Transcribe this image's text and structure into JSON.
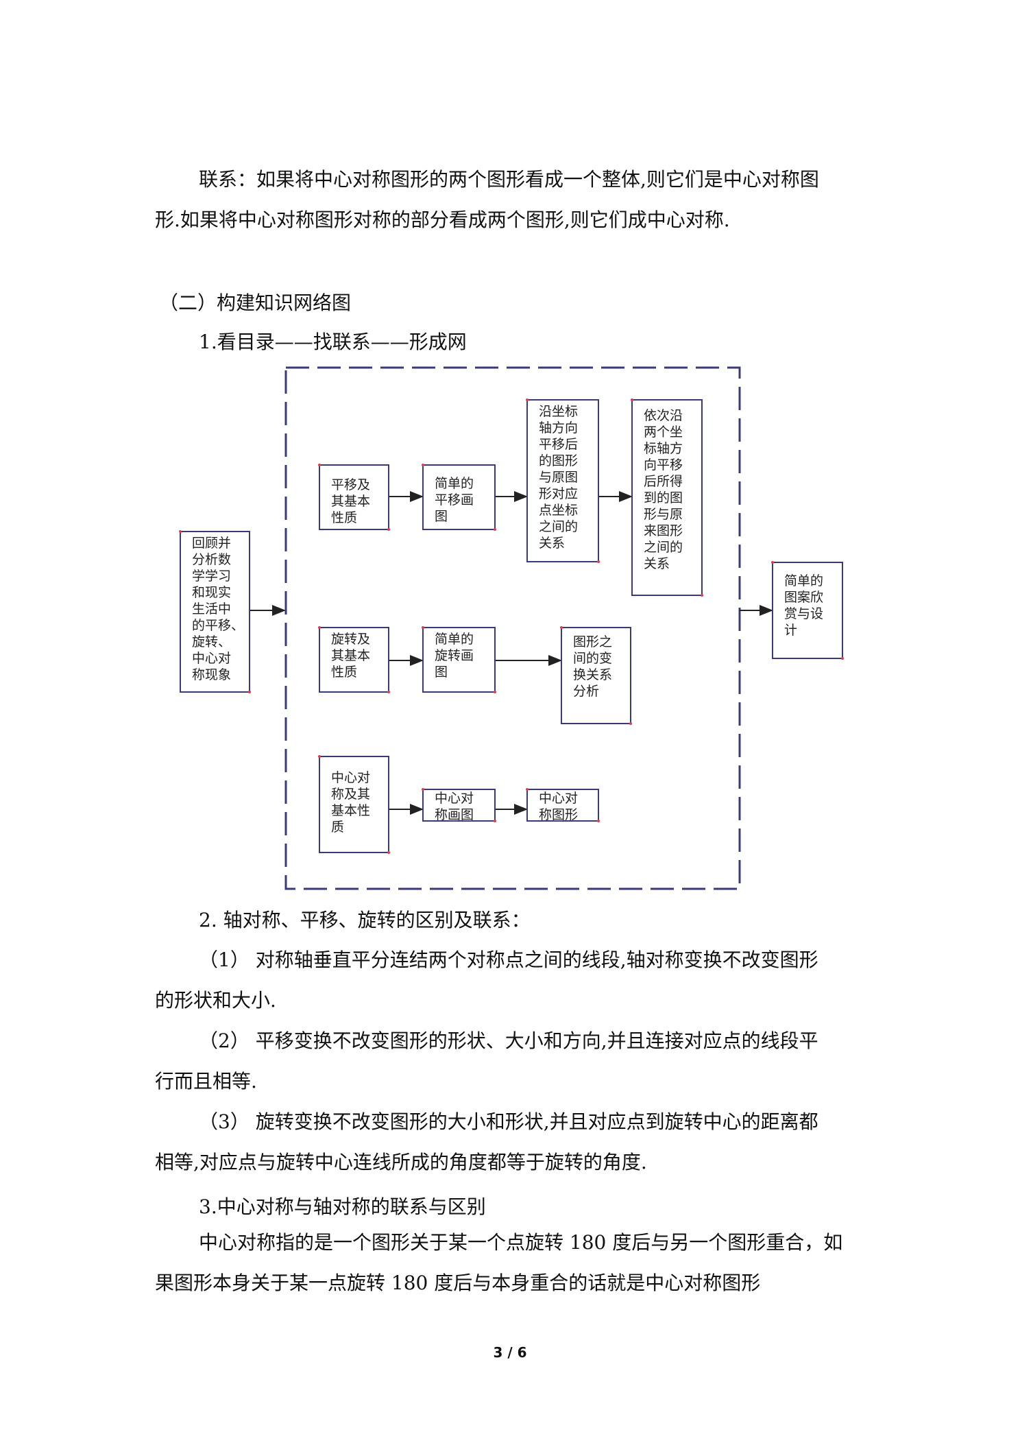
{
  "intro": {
    "line1": "联系：如果将中心对称图形的两个图形看成一个整体,则它们是中心对称图",
    "line2": "形.如果将中心对称图形对称的部分看成两个图形,则它们成中心对称."
  },
  "section2": {
    "title": "（二）构建知识网络图",
    "sub1": "1.看目录——找联系——形成网"
  },
  "diagram": {
    "review": "回顾并\n分析数\n学学习\n和现实\n生活中\n的平移、\n旋转、\n中心对\n称现象",
    "translate_props": "平移及\n其基本\n性质",
    "translate_draw": "简单的\n平移画\n图",
    "translate_coord": "沿坐标\n轴方向\n平移后\n的图形\n与原图\n形对应\n点坐标\n之间的\n关系",
    "translate_twice": "依次沿\n两个坐\n标轴方\n向平移\n后所得\n到的图\n形与原\n来图形\n之间的\n关系",
    "rotate_props": "旋转及\n其基本\n性质",
    "rotate_draw": "简单的\n旋转画\n图",
    "transform_analysis": "图形之\n间的变\n换关系\n分析",
    "central_props": "中心对\n称及其\n基本性\n质",
    "central_draw": "中心对\n称画图",
    "central_figure": "中心对\n称图形",
    "pattern": "简单的\n图案欣\n赏与设\n计"
  },
  "sub2": {
    "title": "2. 轴对称、平移、旋转的区别及联系：",
    "item1_l1": "（1） 对称轴垂直平分连结两个对称点之间的线段,轴对称变换不改变图形",
    "item1_l2": "的形状和大小.",
    "item2_l1": "（2） 平移变换不改变图形的形状、大小和方向,并且连接对应点的线段平",
    "item2_l2": "行而且相等.",
    "item3_l1": "（3） 旋转变换不改变图形的大小和形状,并且对应点到旋转中心的距离都",
    "item3_l2": "相等,对应点与旋转中心连线所成的角度都等于旋转的角度."
  },
  "sub3": {
    "title": "3.中心对称与轴对称的联系与区别",
    "body_l1": "中心对称指的是一个图形关于某一个点旋转 180 度后与另一个图形重合，如",
    "body_l2": "果图形本身关于某一点旋转 180 度后与本身重合的话就是中心对称图形"
  },
  "footer": {
    "page": "3 / 6"
  }
}
